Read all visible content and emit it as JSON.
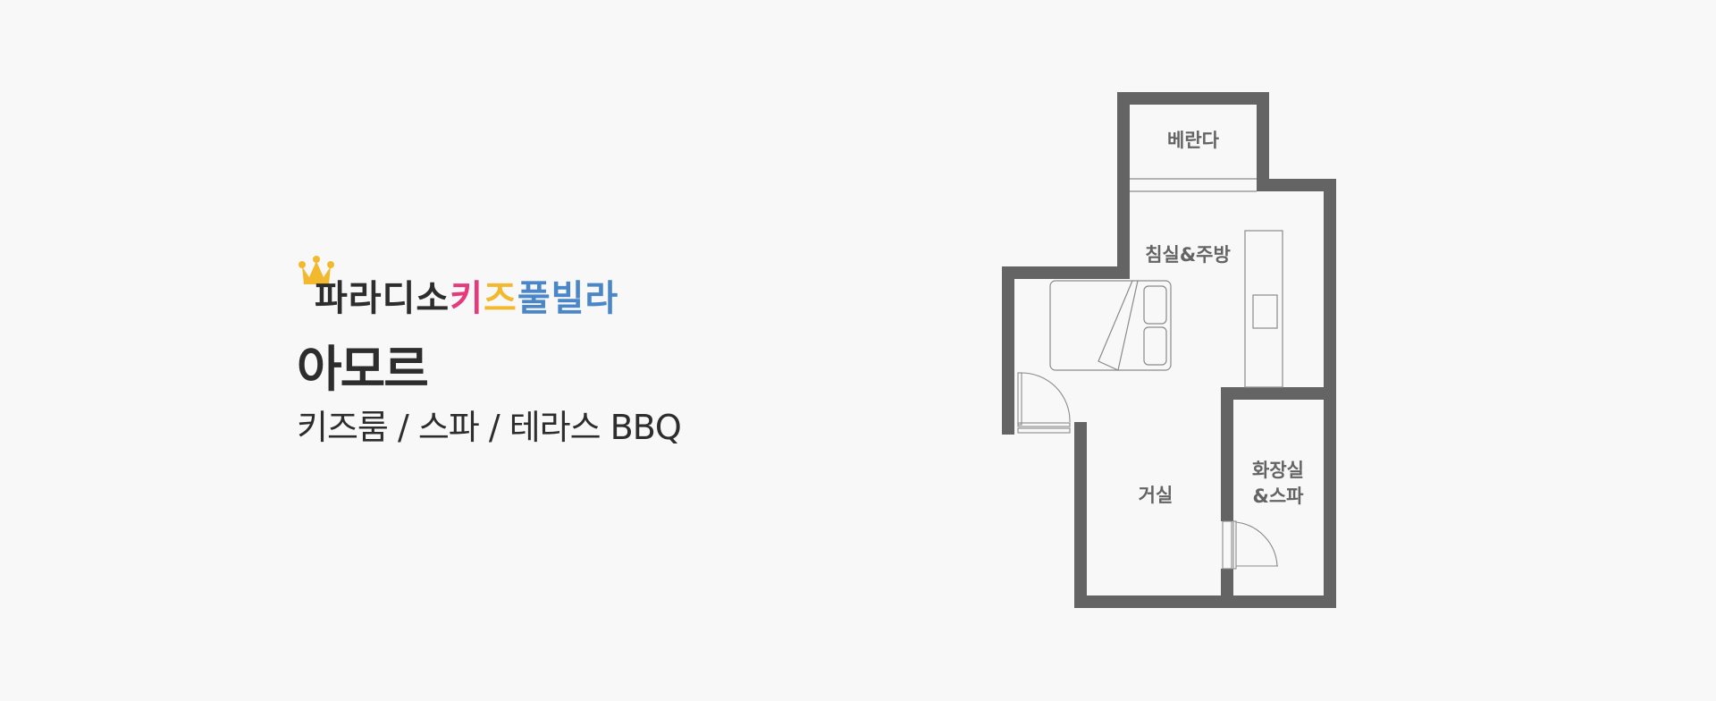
{
  "brand": {
    "name_parts": [
      {
        "text": "파라디소",
        "color": "#2d2d2d"
      },
      {
        "text": "키",
        "color": "#e53a7b"
      },
      {
        "text": "즈",
        "color": "#f2b92f"
      },
      {
        "text": "풀빌라",
        "color": "#4a86c8"
      }
    ],
    "crown_icon_color": "#f2b92f"
  },
  "room": {
    "title": "아모르",
    "features": "키즈룸 / 스파 / 테라스 BBQ"
  },
  "floor_plan": {
    "wall_color": "#646464",
    "rooms": [
      {
        "name": "balcony",
        "label": "베란다"
      },
      {
        "name": "bedroom-kitchen",
        "label": "침실&주방"
      },
      {
        "name": "living-room",
        "label": "거실"
      },
      {
        "name": "bathroom-spa",
        "label_line1": "화장실",
        "label_line2": "&스파"
      }
    ]
  }
}
